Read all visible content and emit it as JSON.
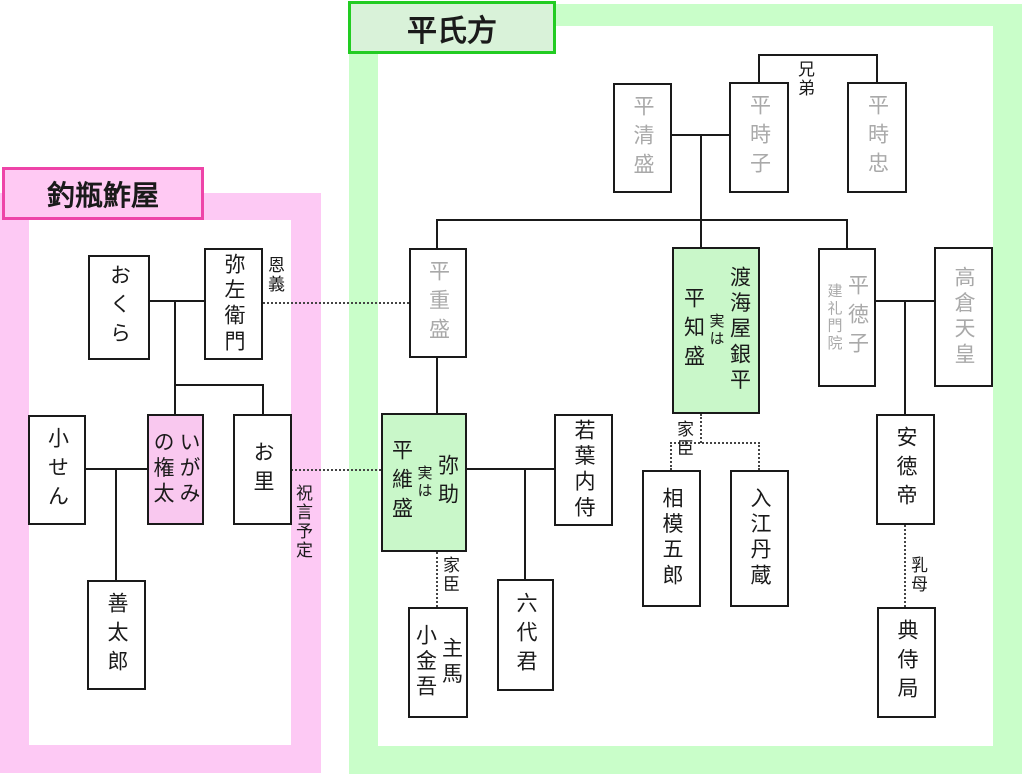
{
  "regions": {
    "heishi": {
      "label": "平氏方"
    },
    "sushiya": {
      "label": "釣瓶鮓屋"
    }
  },
  "people": {
    "kiyomori": {
      "name": "平清盛"
    },
    "tokiko": {
      "name": "平時子"
    },
    "tokitada": {
      "name": "平時忠"
    },
    "shigemori": {
      "name": "平重盛"
    },
    "ginpei": {
      "alias": "渡海屋銀平",
      "reveal": "実は",
      "real_name": "平知盛"
    },
    "tokuko": {
      "name": "平徳子",
      "title": "建礼門院"
    },
    "takakura": {
      "name": "高倉天皇"
    },
    "yasuke": {
      "alias": "弥助",
      "reveal": "実は",
      "real_name": "平維盛"
    },
    "wakaba": {
      "name": "若葉内侍"
    },
    "rokudai": {
      "name": "六代君"
    },
    "kokingo": {
      "name_right": "主馬",
      "name_left": "小金吾"
    },
    "sagami": {
      "name": "相模五郎"
    },
    "irie": {
      "name": "入江丹蔵"
    },
    "antoku": {
      "name": "安徳帝"
    },
    "tenji": {
      "name": "典侍局"
    },
    "okura": {
      "name": "おくら"
    },
    "yazaemon": {
      "name": "弥左衛門"
    },
    "kosen": {
      "name": "小せん"
    },
    "gonta": {
      "name_right": "いがみ",
      "name_left": "の権太"
    },
    "osato": {
      "name": "お里"
    },
    "zentaro": {
      "name": "善太郎"
    }
  },
  "relation_labels": {
    "kyodai": "兄弟",
    "ongi": "恩義",
    "kashin_heishi": "家臣",
    "kashin_yasuke": "家臣",
    "shugen_yotei": "祝言予定",
    "uba": "乳母"
  },
  "colors": {
    "heishi_band": "#c9fec9",
    "heishi_label_fill": "#d9f2d9",
    "heishi_label_border": "#22cc22",
    "sushiya_band": "#fdc9f4",
    "sushiya_label_fill": "#ffc9f3",
    "sushiya_label_border": "#ee44a8",
    "highlight_green_box": "#c9f7c9",
    "highlight_pink_box": "#f9c8ef",
    "inactive_text_gray": "#a9a9a9"
  }
}
